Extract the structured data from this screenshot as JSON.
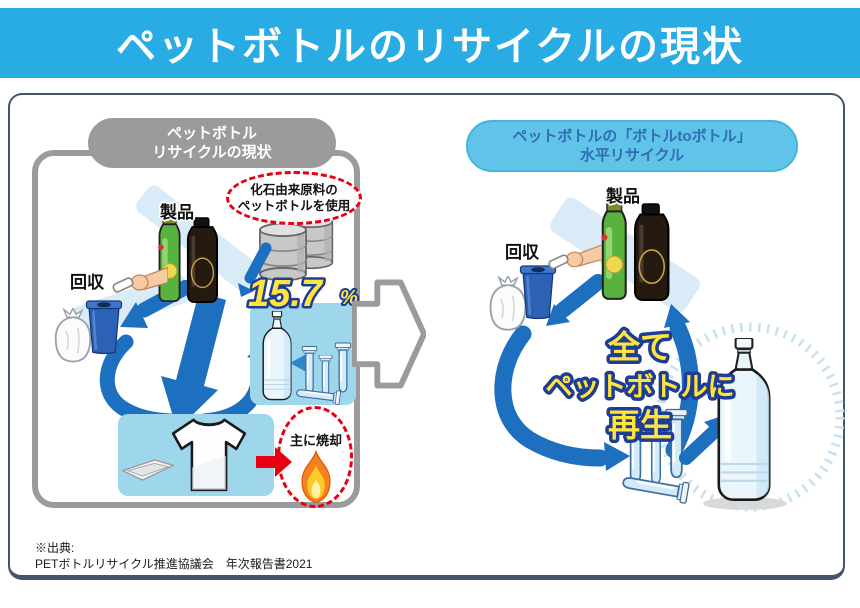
{
  "header": {
    "title": "ペットボトルのリサイクルの現状"
  },
  "left_panel": {
    "title_line1": "ペットボトル",
    "title_line2": "リサイクルの現状",
    "fossil_note_line1": "化石由来原料の",
    "fossil_note_line2": "ペットボトルを使用",
    "products_label": "製品",
    "collection_label": "回収",
    "recycle_rate_value": "15.7",
    "recycle_rate_unit": "%",
    "incineration_label": "主に焼却"
  },
  "right_panel": {
    "title_line1": "ペットボトルの「ボトルtoボトル」",
    "title_line2": "水平リサイクル",
    "products_label": "製品",
    "collection_label": "回収",
    "result_line1": "全て",
    "result_line2": "ペットボトルに",
    "result_line3": "再生"
  },
  "footer": {
    "source_line1": "※出典:",
    "source_line2": "PETボトルリサイクル推進協議会　年次報告書2021"
  },
  "colors": {
    "header_bg": "#29ACE3",
    "panel_gray": "#9B9B9B",
    "arrow_blue": "#1D6FC0",
    "light_blue_box": "#9ED6EC",
    "right_header_bg": "#5FC4E8",
    "right_header_text": "#2F6EB5",
    "highlight_yellow": "#FFE33F",
    "outline_navy": "#1D3E94",
    "alert_red": "#E60012"
  }
}
